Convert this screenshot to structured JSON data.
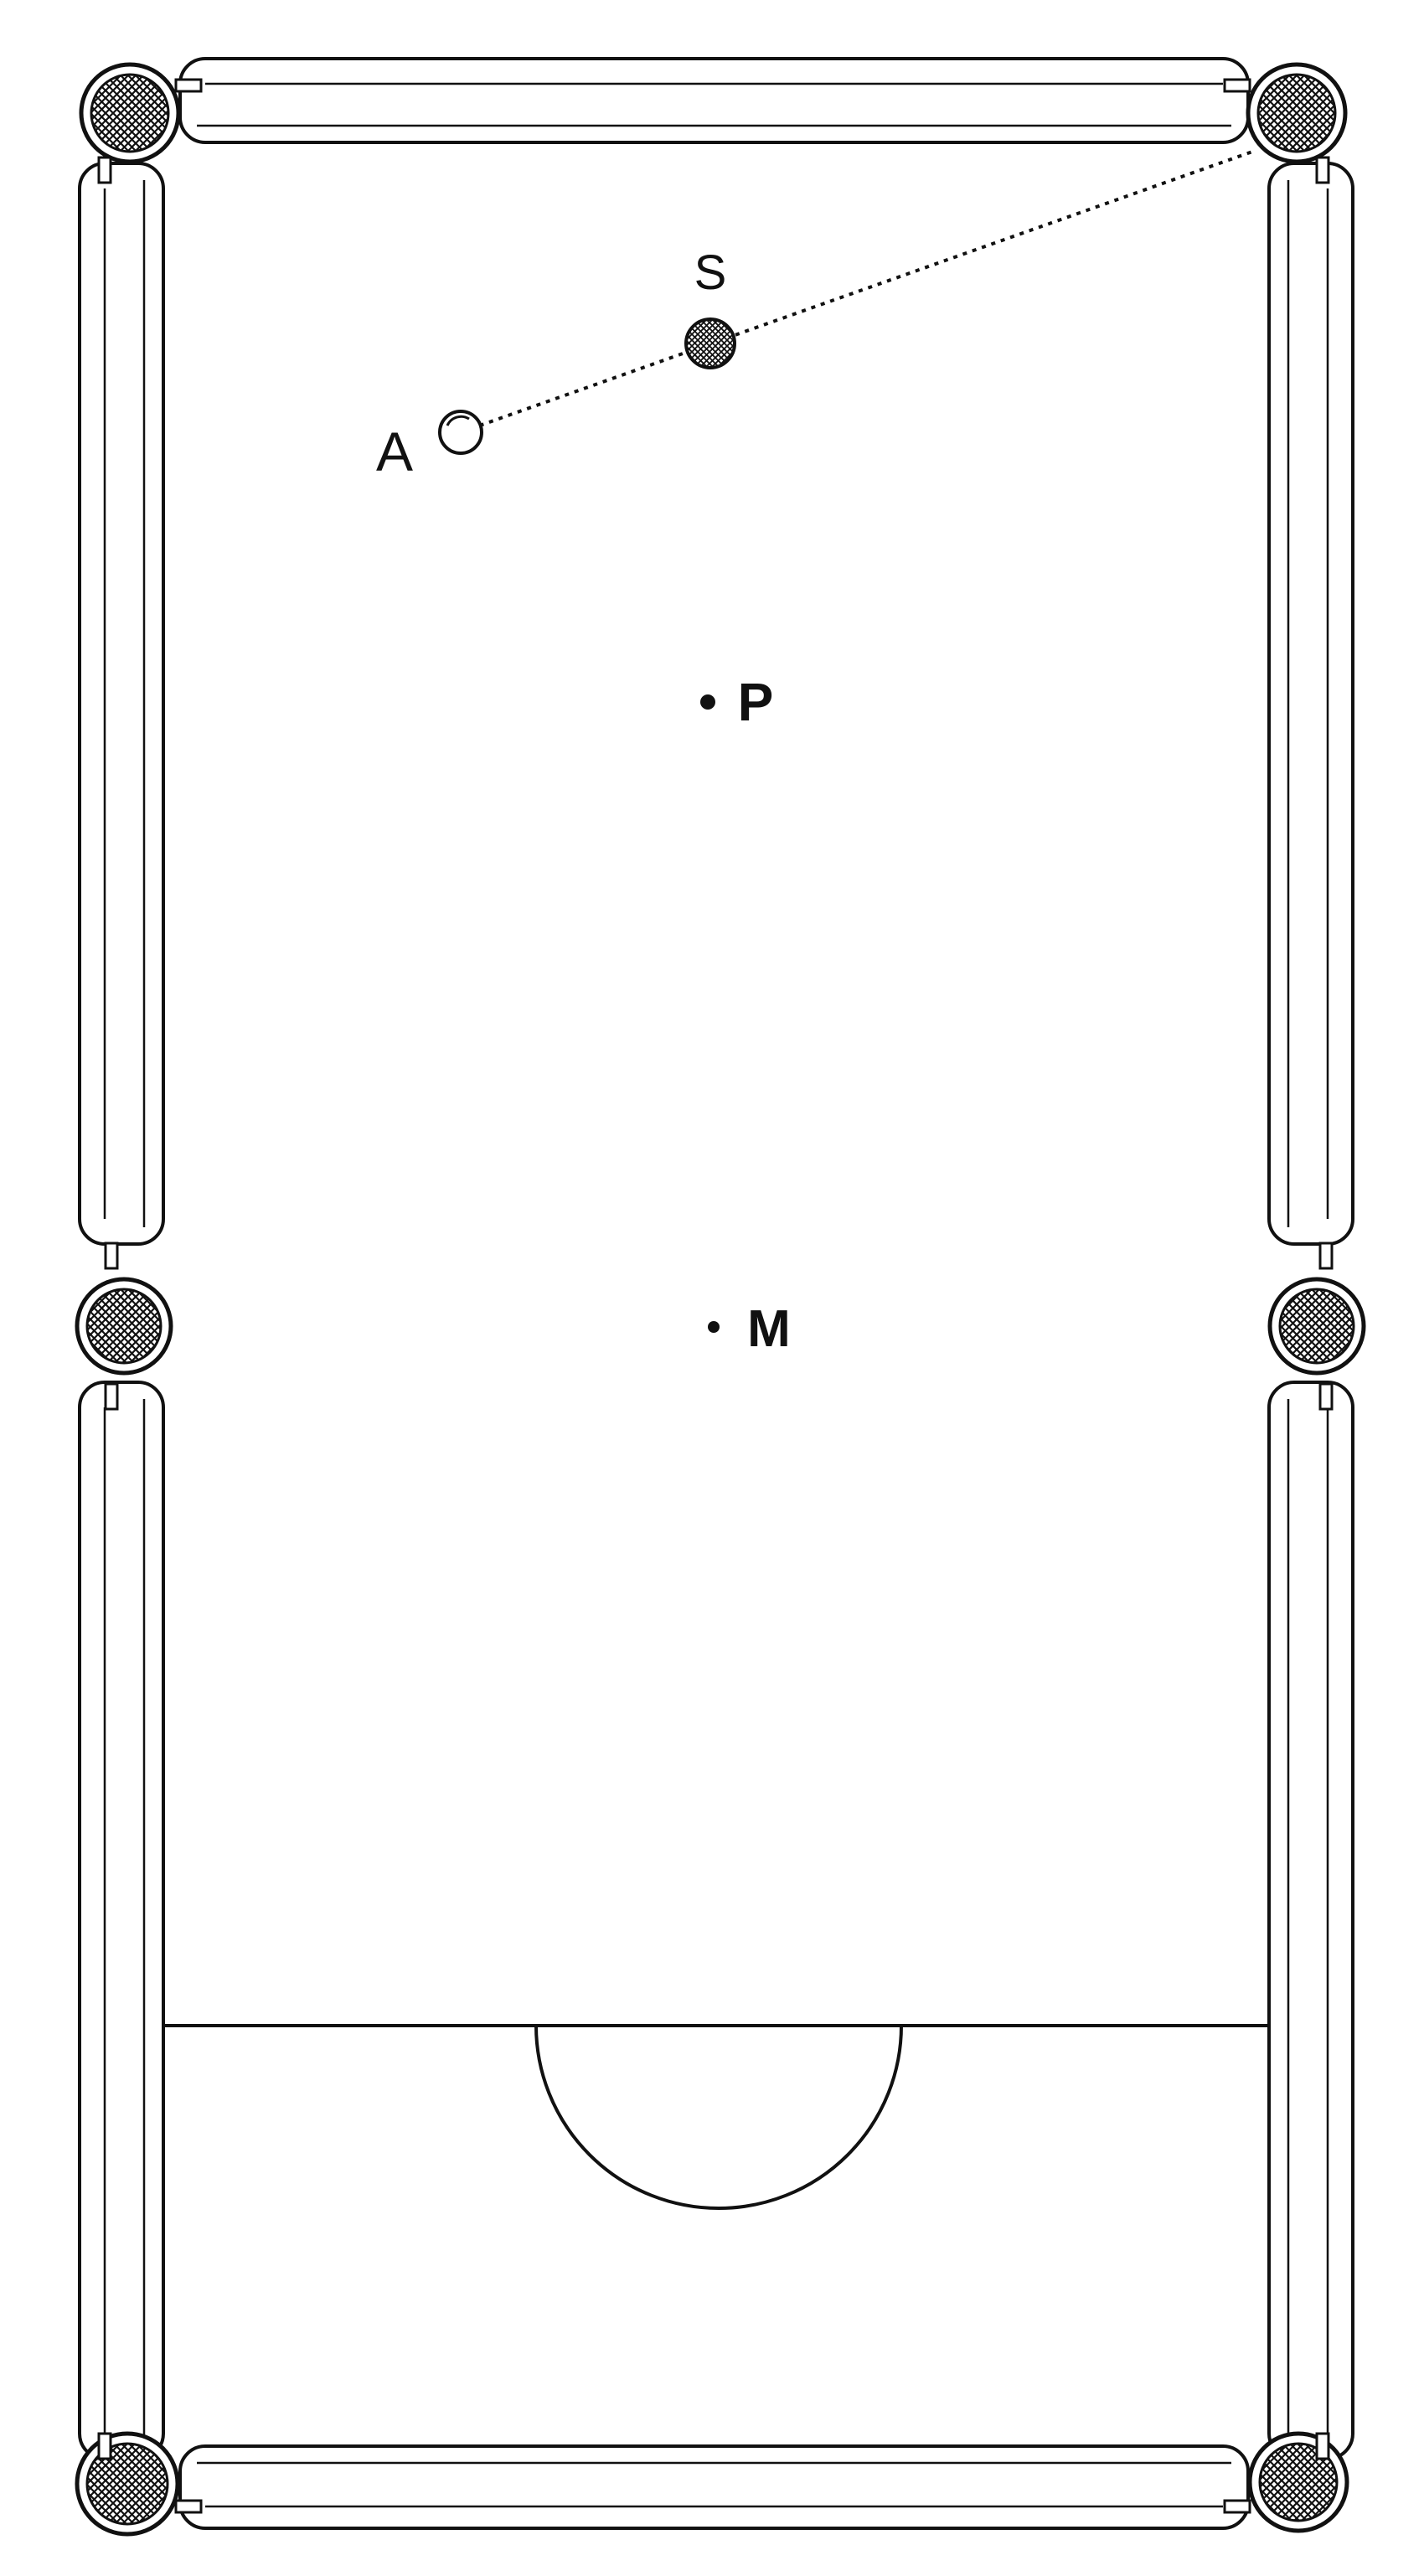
{
  "labels": {
    "cue_ball": "A",
    "object_ball": "S",
    "pyramid_spot": "P",
    "middle_spot": "M"
  },
  "colors": {
    "ink": "#111111",
    "paper": "#ffffff"
  }
}
